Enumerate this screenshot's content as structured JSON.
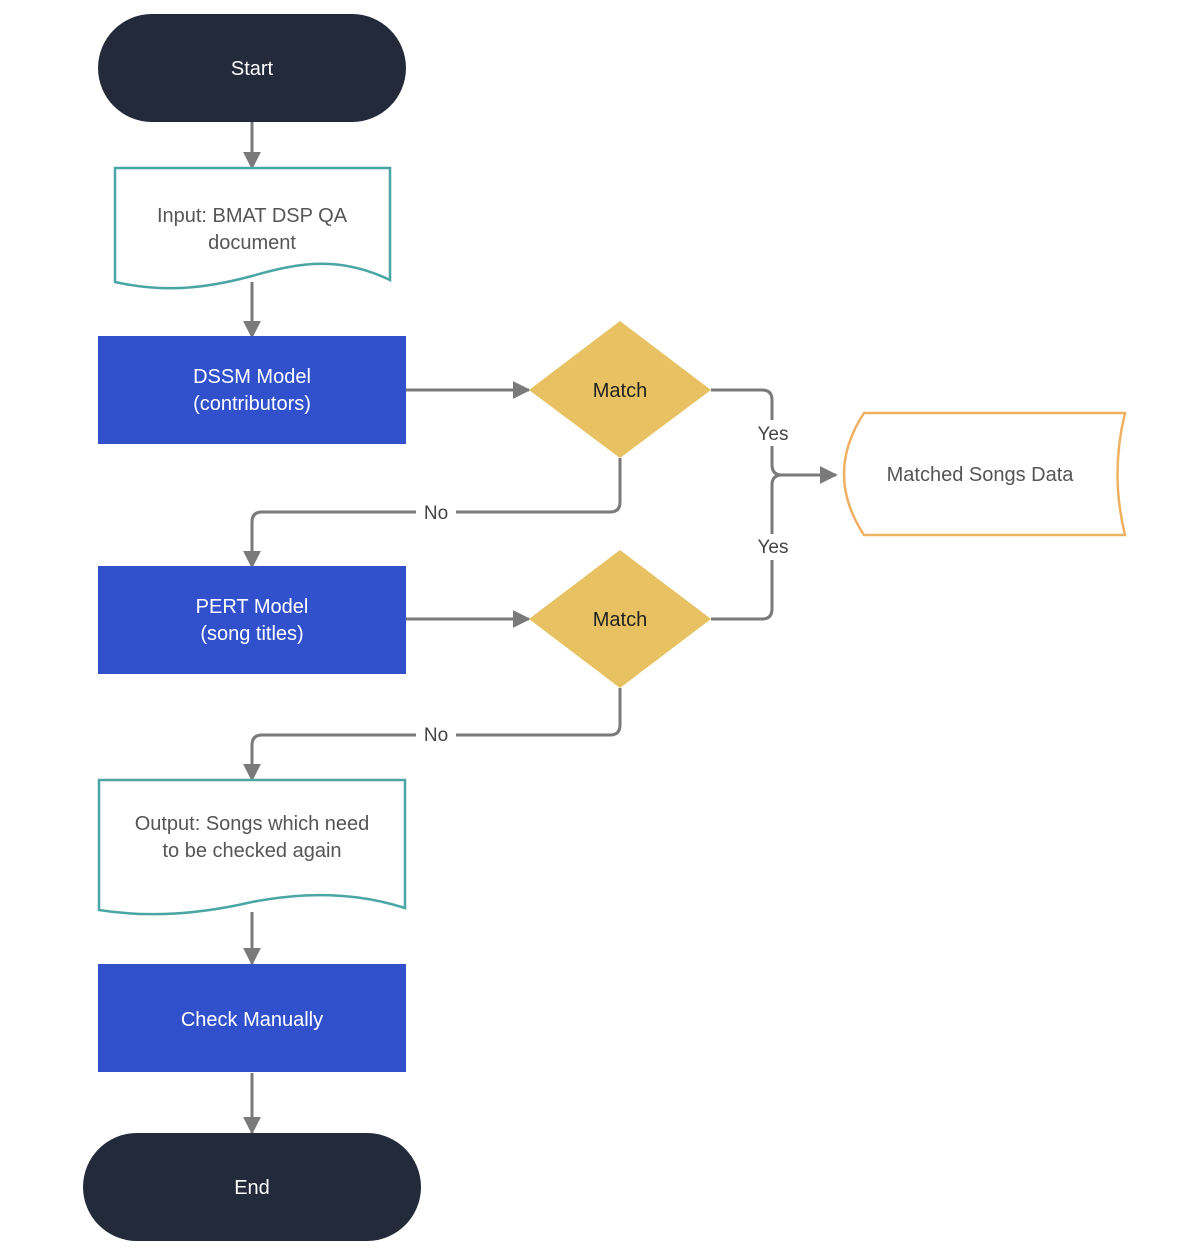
{
  "colors": {
    "terminal": "#232a3a",
    "process": "#3050cc",
    "decision": "#e8c262",
    "document_border": "#4aa6a4",
    "data_store_border": "#f0b062",
    "connector": "#7a7a7a"
  },
  "nodes": {
    "start": {
      "label": "Start"
    },
    "input_doc": {
      "line1": "Input: BMAT DSP QA",
      "line2": "document"
    },
    "dssm": {
      "line1": "DSSM Model",
      "line2": "(contributors)"
    },
    "match1": {
      "label": "Match"
    },
    "pert": {
      "line1": "PERT Model",
      "line2": "(song titles)"
    },
    "match2": {
      "label": "Match"
    },
    "matched_data": {
      "label": "Matched Songs Data"
    },
    "output_doc": {
      "line1": "Output: Songs which need",
      "line2": "to be checked again"
    },
    "check": {
      "label": "Check Manually"
    },
    "end": {
      "label": "End"
    }
  },
  "edges": {
    "yes1": "Yes",
    "yes2": "Yes",
    "no1": "No",
    "no2": "No"
  }
}
